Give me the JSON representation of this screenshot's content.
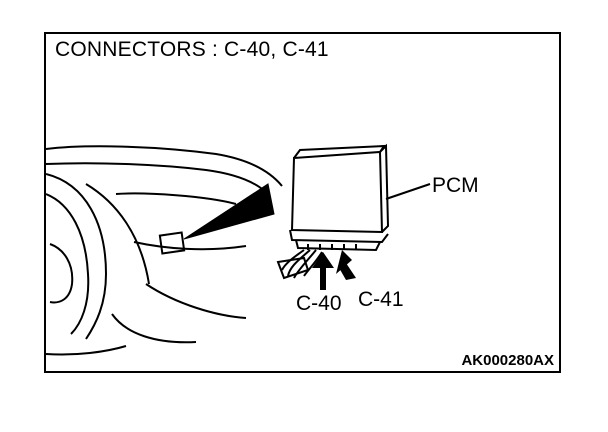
{
  "diagram": {
    "title": "CONNECTORS : C-40, C-41",
    "component_label": "PCM",
    "connector_labels": [
      "C-40",
      "C-41"
    ],
    "reference_code": "AK000280AX"
  }
}
